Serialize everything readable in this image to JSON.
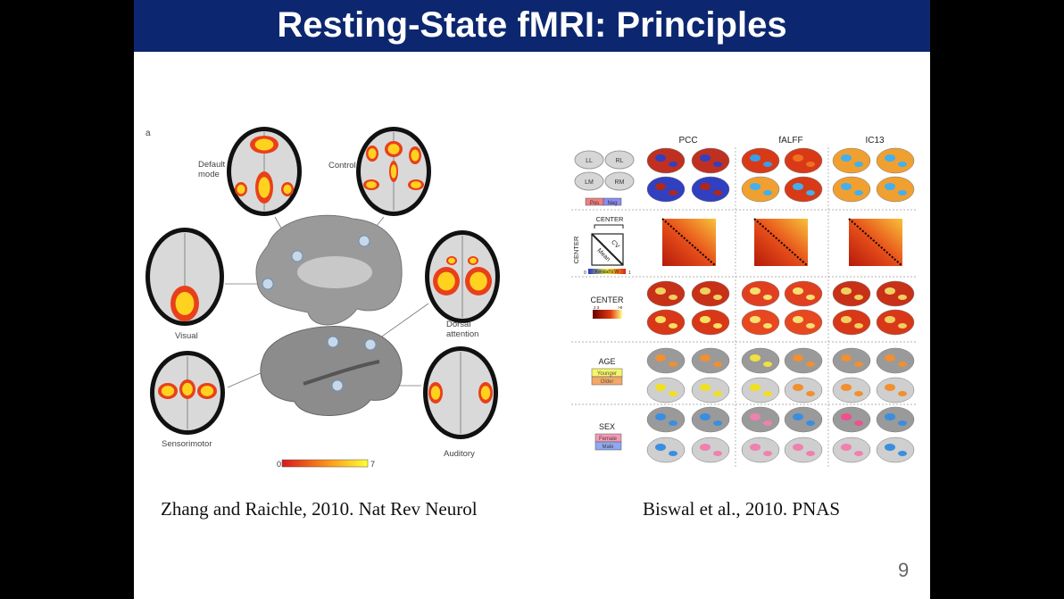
{
  "slide": {
    "title": "Resting-State fMRI: Principles",
    "page_number": "9",
    "title_bar_color": "#0c2770"
  },
  "left_figure": {
    "panel_label": "a",
    "networks": [
      "Default",
      "mode",
      "Control",
      "Visual",
      "Dorsal",
      "attention",
      "Sensorimotor",
      "Auditory"
    ],
    "colorbar": {
      "min": "0",
      "max": "7",
      "colors": [
        "#d7191c",
        "#fdae1a",
        "#ffff33"
      ]
    },
    "caption": "Zhang and Raichle, 2010. Nat Rev Neurol"
  },
  "right_figure": {
    "columns": [
      "PCC",
      "fALFF",
      "IC13"
    ],
    "view_labels": [
      "LL",
      "RL",
      "LM",
      "RM"
    ],
    "pos_neg": [
      "Pos",
      "Neg"
    ],
    "center_diagram": {
      "top": "CENTER",
      "side": "CENTER",
      "upper": "CV",
      "lower": "Mean",
      "scale_label": "Kendall's W",
      "scale_min": "0",
      "scale_max": "1"
    },
    "center_row": {
      "label": "CENTER",
      "scale_min": "2.3",
      "scale_max": ">8"
    },
    "age_row": {
      "label": "AGE",
      "legend": [
        "Younger",
        "Older"
      ]
    },
    "sex_row": {
      "label": "SEX",
      "legend": [
        "Female",
        "Male"
      ]
    },
    "caption": "Biswal et al., 2010. PNAS"
  }
}
